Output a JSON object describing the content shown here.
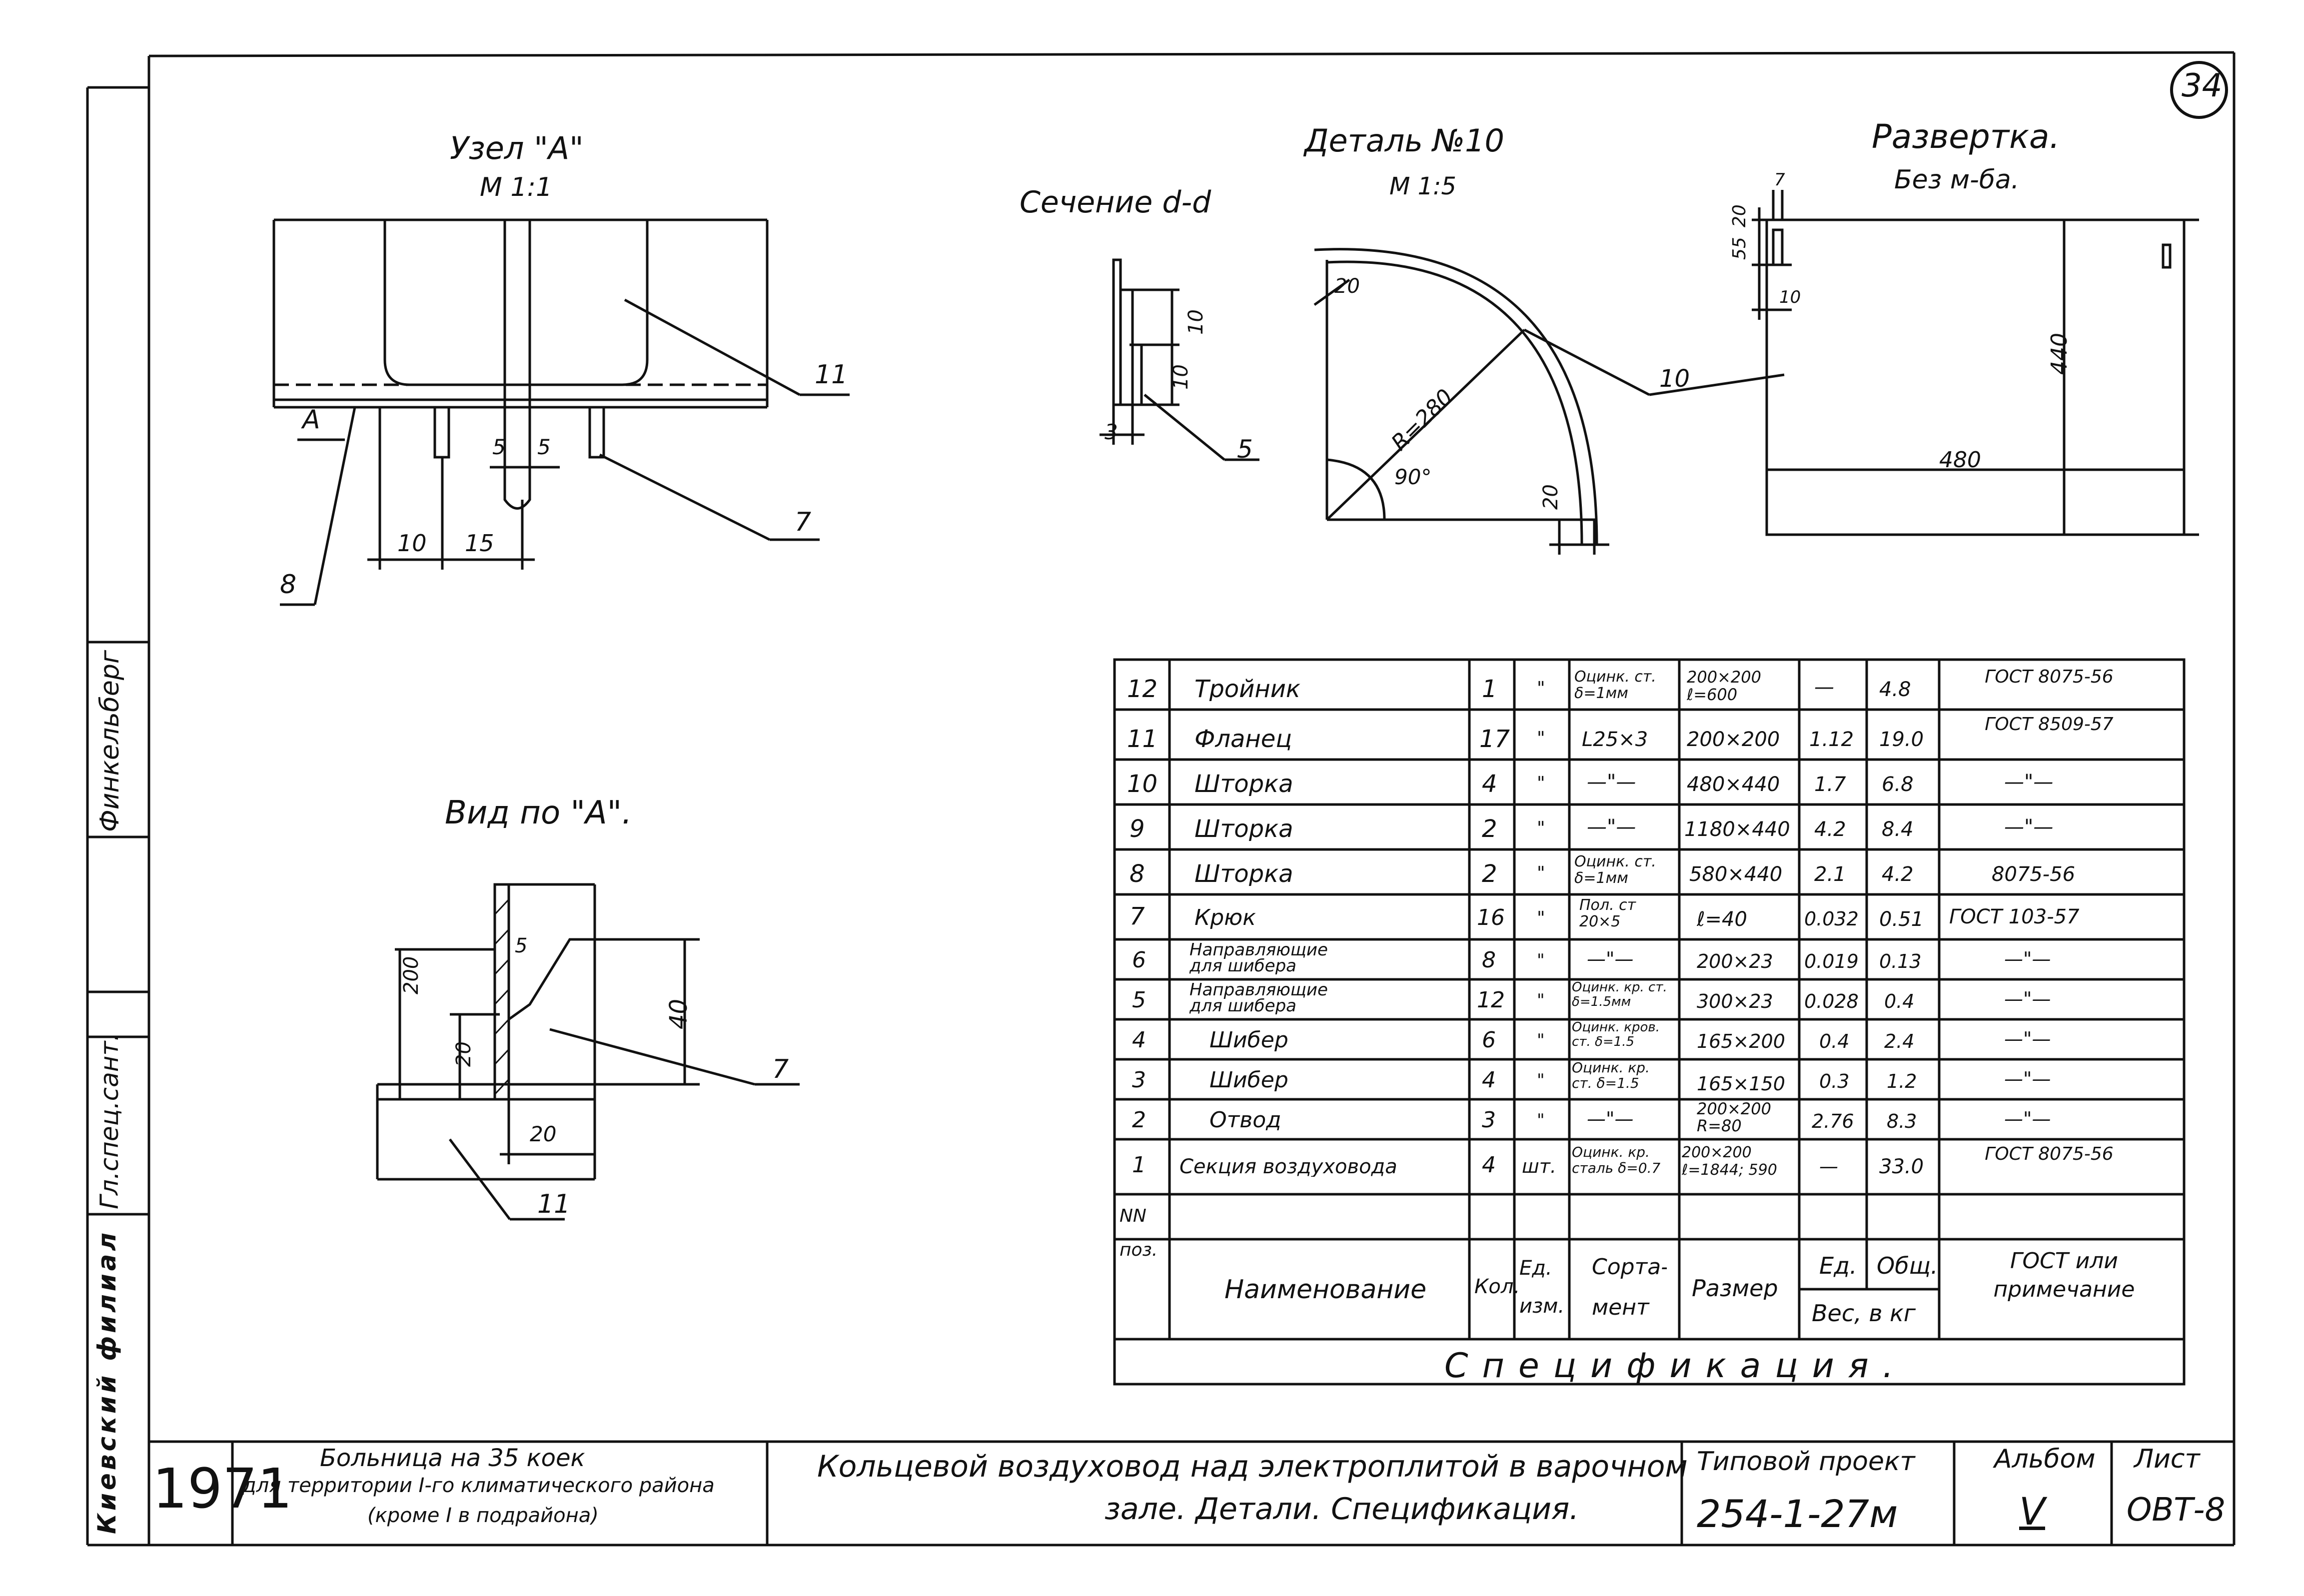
{
  "sheet_number": "34",
  "titles": {
    "node_a": "Узел \"А\"",
    "node_a_scale": "М 1:1",
    "section_dd": "Сечение d-d",
    "detail_10": "Деталь №10",
    "detail_10_scale": "М 1:5",
    "unfold": "Развертка.",
    "unfold_scale": "Без м-ба.",
    "view_a": "Вид по \"А\"."
  },
  "callouts": {
    "node_a": [
      "11",
      "7",
      "8",
      "А"
    ],
    "node_a_dims": [
      "5",
      "5",
      "10",
      "15"
    ],
    "section_dims": [
      "10",
      "10",
      "3",
      "5"
    ],
    "detail_dims": [
      "20",
      "R=280",
      "90°",
      "20",
      "10"
    ],
    "unfold_dims": [
      "55",
      "20",
      "7",
      "10",
      "440",
      "480"
    ],
    "view_a": [
      "200",
      "5",
      "20",
      "40",
      "20",
      "7",
      "11"
    ]
  },
  "spec_table": {
    "caption": "Спецификация.",
    "header": {
      "pos": "NN поз.",
      "name": "Наименование",
      "qty": "Кол.",
      "unit": "Ед. изм.",
      "grade": "Сорта- мент",
      "size": "Размер",
      "weight": "Вес, в кг",
      "w_unit": "Ед.",
      "w_total": "Общ.",
      "gost": "ГОСТ или примечание"
    },
    "rows": [
      {
        "pos": "12",
        "name": "Тройник",
        "qty": "1",
        "unit": "\"",
        "grade": "Оцинк. ст. δ=1мм",
        "size": "200×200 ℓ=600",
        "w_unit": "—",
        "w_total": "4.8",
        "gost": "ГОСТ 8075-56"
      },
      {
        "pos": "11",
        "name": "Фланец",
        "qty": "17",
        "unit": "\"",
        "grade": "L25×3",
        "size": "200×200",
        "w_unit": "1.12",
        "w_total": "19.0",
        "gost": "ГОСТ 8509-57"
      },
      {
        "pos": "10",
        "name": "Шторка",
        "qty": "4",
        "unit": "\"",
        "grade": "—\"—",
        "size": "480×440",
        "w_unit": "1.7",
        "w_total": "6.8",
        "gost": "—\"—"
      },
      {
        "pos": "9",
        "name": "Шторка",
        "qty": "2",
        "unit": "\"",
        "grade": "—\"—",
        "size": "1180×440",
        "w_unit": "4.2",
        "w_total": "8.4",
        "gost": "—\"—"
      },
      {
        "pos": "8",
        "name": "Шторка",
        "qty": "2",
        "unit": "\"",
        "grade": "Оцинк. ст. δ=1мм",
        "size": "580×440",
        "w_unit": "2.1",
        "w_total": "4.2",
        "gost": "8075-56"
      },
      {
        "pos": "7",
        "name": "Крюк",
        "qty": "16",
        "unit": "\"",
        "grade": "Пол. ст 20×5",
        "size": "ℓ=40",
        "w_unit": "0.032",
        "w_total": "0.51",
        "gost": "ГОСТ 103-57"
      },
      {
        "pos": "6",
        "name": "Направляющие для шибера",
        "qty": "8",
        "unit": "\"",
        "grade": "—\"—",
        "size": "200×23",
        "w_unit": "0.019",
        "w_total": "0.13",
        "gost": "—\"—"
      },
      {
        "pos": "5",
        "name": "Направляющие для шибера",
        "qty": "12",
        "unit": "\"",
        "grade": "Оцинк. кр. ст. δ=1.5мм",
        "size": "300×23",
        "w_unit": "0.028",
        "w_total": "0.4",
        "gost": "—\"—"
      },
      {
        "pos": "4",
        "name": "Шибер",
        "qty": "6",
        "unit": "\"",
        "grade": "Оцинк. кров. ст. δ=1.5",
        "size": "165×200",
        "w_unit": "0.4",
        "w_total": "2.4",
        "gost": "—\"—"
      },
      {
        "pos": "3",
        "name": "Шибер",
        "qty": "4",
        "unit": "\"",
        "grade": "Оцинк. кр. ст. δ=1.5",
        "size": "165×150",
        "w_unit": "0.3",
        "w_total": "1.2",
        "gost": "—\"—"
      },
      {
        "pos": "2",
        "name": "Отвод",
        "qty": "3",
        "unit": "\"",
        "grade": "—\"—",
        "size": "200×200 R=80",
        "w_unit": "2.76",
        "w_total": "8.3",
        "gost": "—\"—"
      },
      {
        "pos": "1",
        "name": "Секция воздуховода",
        "qty": "4",
        "unit": "шт.",
        "grade": "Оцинк. кр. сталь δ=0.7",
        "size": "200×200 ℓ=1844; 590",
        "w_unit": "—",
        "w_total": "33.0",
        "gost": "ГОСТ 8075-56"
      }
    ]
  },
  "title_block": {
    "year": "1971",
    "object_line1": "Больница на 35 коек",
    "object_line2": "для территории I-го климатического района",
    "object_line3": "(кроме I в подрайона)",
    "subject_line1": "Кольцевой воздуховод над электроплитой в варочном",
    "subject_line2": "зале. Детали. Спецификация.",
    "project_label": "Типовой проект",
    "project_value": "254-1-27м",
    "album_label": "Альбом",
    "album_value": "V",
    "sheet_label": "Лист",
    "sheet_value": "ОВТ-8"
  },
  "side_stamp": {
    "org": "Киевский филиал",
    "dept": "Гл.спец.сант.",
    "name": "Финкельберг"
  }
}
